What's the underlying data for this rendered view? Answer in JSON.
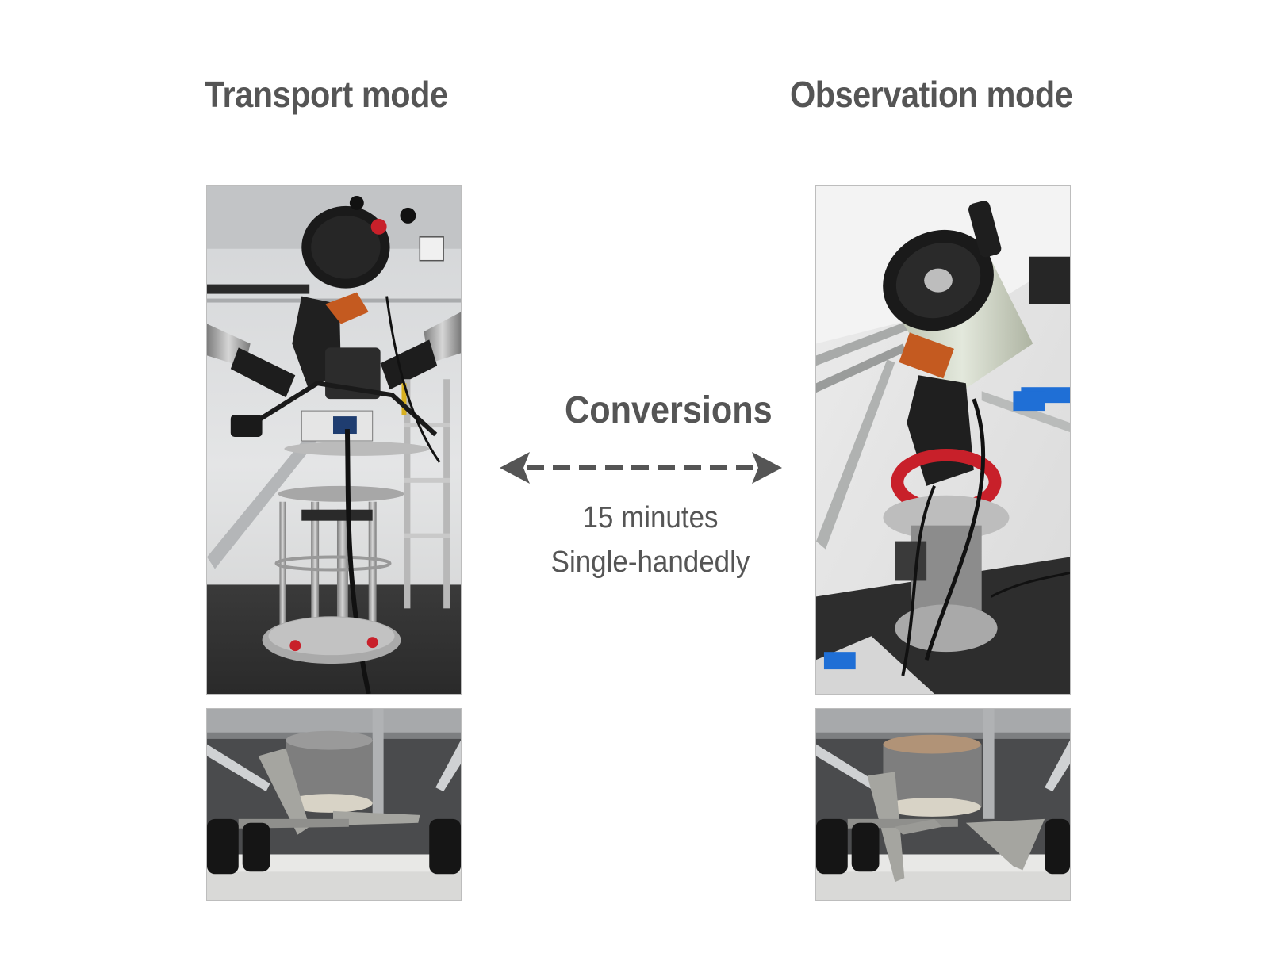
{
  "headings": {
    "left": "Transport mode",
    "right": "Observation mode"
  },
  "conversion": {
    "title": "Conversions",
    "duration": "15 minutes",
    "method": "Single-handedly"
  },
  "colors": {
    "text": "#555555",
    "arrow": "#555555",
    "accent_red": "#c8202a",
    "accent_blue": "#1f6fd6"
  }
}
